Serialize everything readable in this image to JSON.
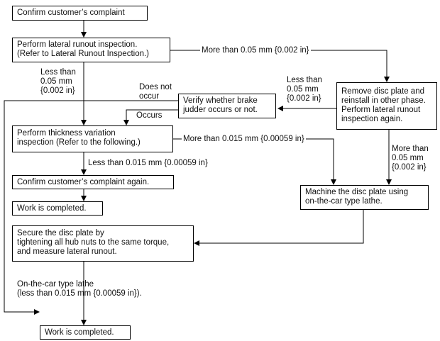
{
  "boxes": {
    "confirm_complaint": "Confirm customer’s complaint",
    "lateral_runout": "Perform lateral runout inspection.\n(Refer to Lateral Runout Inspection.)",
    "remove_disc": "Remove disc plate and\nreinstall in other phase.\nPerform lateral runout\ninspection again.",
    "verify_judder": "Verify whether brake\njudder occurs or not.",
    "thickness_variation": "Perform thickness variation\ninspection (Refer to the following.)",
    "confirm_again": "Confirm customer’s complaint again.",
    "work_completed_1": "Work is completed.",
    "machine_disc": "Machine the disc plate using\non-the-car type lathe.",
    "secure_disc": "Secure the disc plate by\ntightening all hub nuts to the same torque,\nand measure lateral runout.",
    "work_completed_2": "Work is completed."
  },
  "labels": {
    "more_005_top": "More than 0.05 mm {0.002 in}",
    "less_005_left": "Less than\n0.05 mm\n{0.002 in}",
    "less_005_mid": "Less than\n0.05 mm\n{0.002 in}",
    "does_not_occur": "Does not\noccur",
    "occurs": "Occurs",
    "more_0015": "More than 0.015 mm {0.00059 in}",
    "more_005_right": "More than\n0.05 mm\n{0.002 in}",
    "less_0015": "Less than 0.015 mm {0.00059 in}",
    "lathe_note": "On-the-car type lathe\n(less than 0.015 mm {0.00059 in})."
  }
}
